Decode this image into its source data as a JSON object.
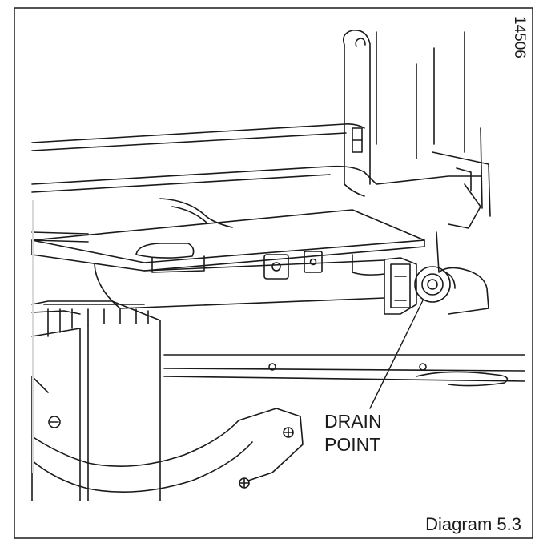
{
  "figure": {
    "reference_number": "14506",
    "callout": {
      "line1": "DRAIN",
      "line2": "POINT"
    },
    "caption": "Diagram 5.3"
  },
  "colors": {
    "stroke": "#1a1a1a",
    "shade": "#d9d9d9",
    "background": "#ffffff"
  }
}
